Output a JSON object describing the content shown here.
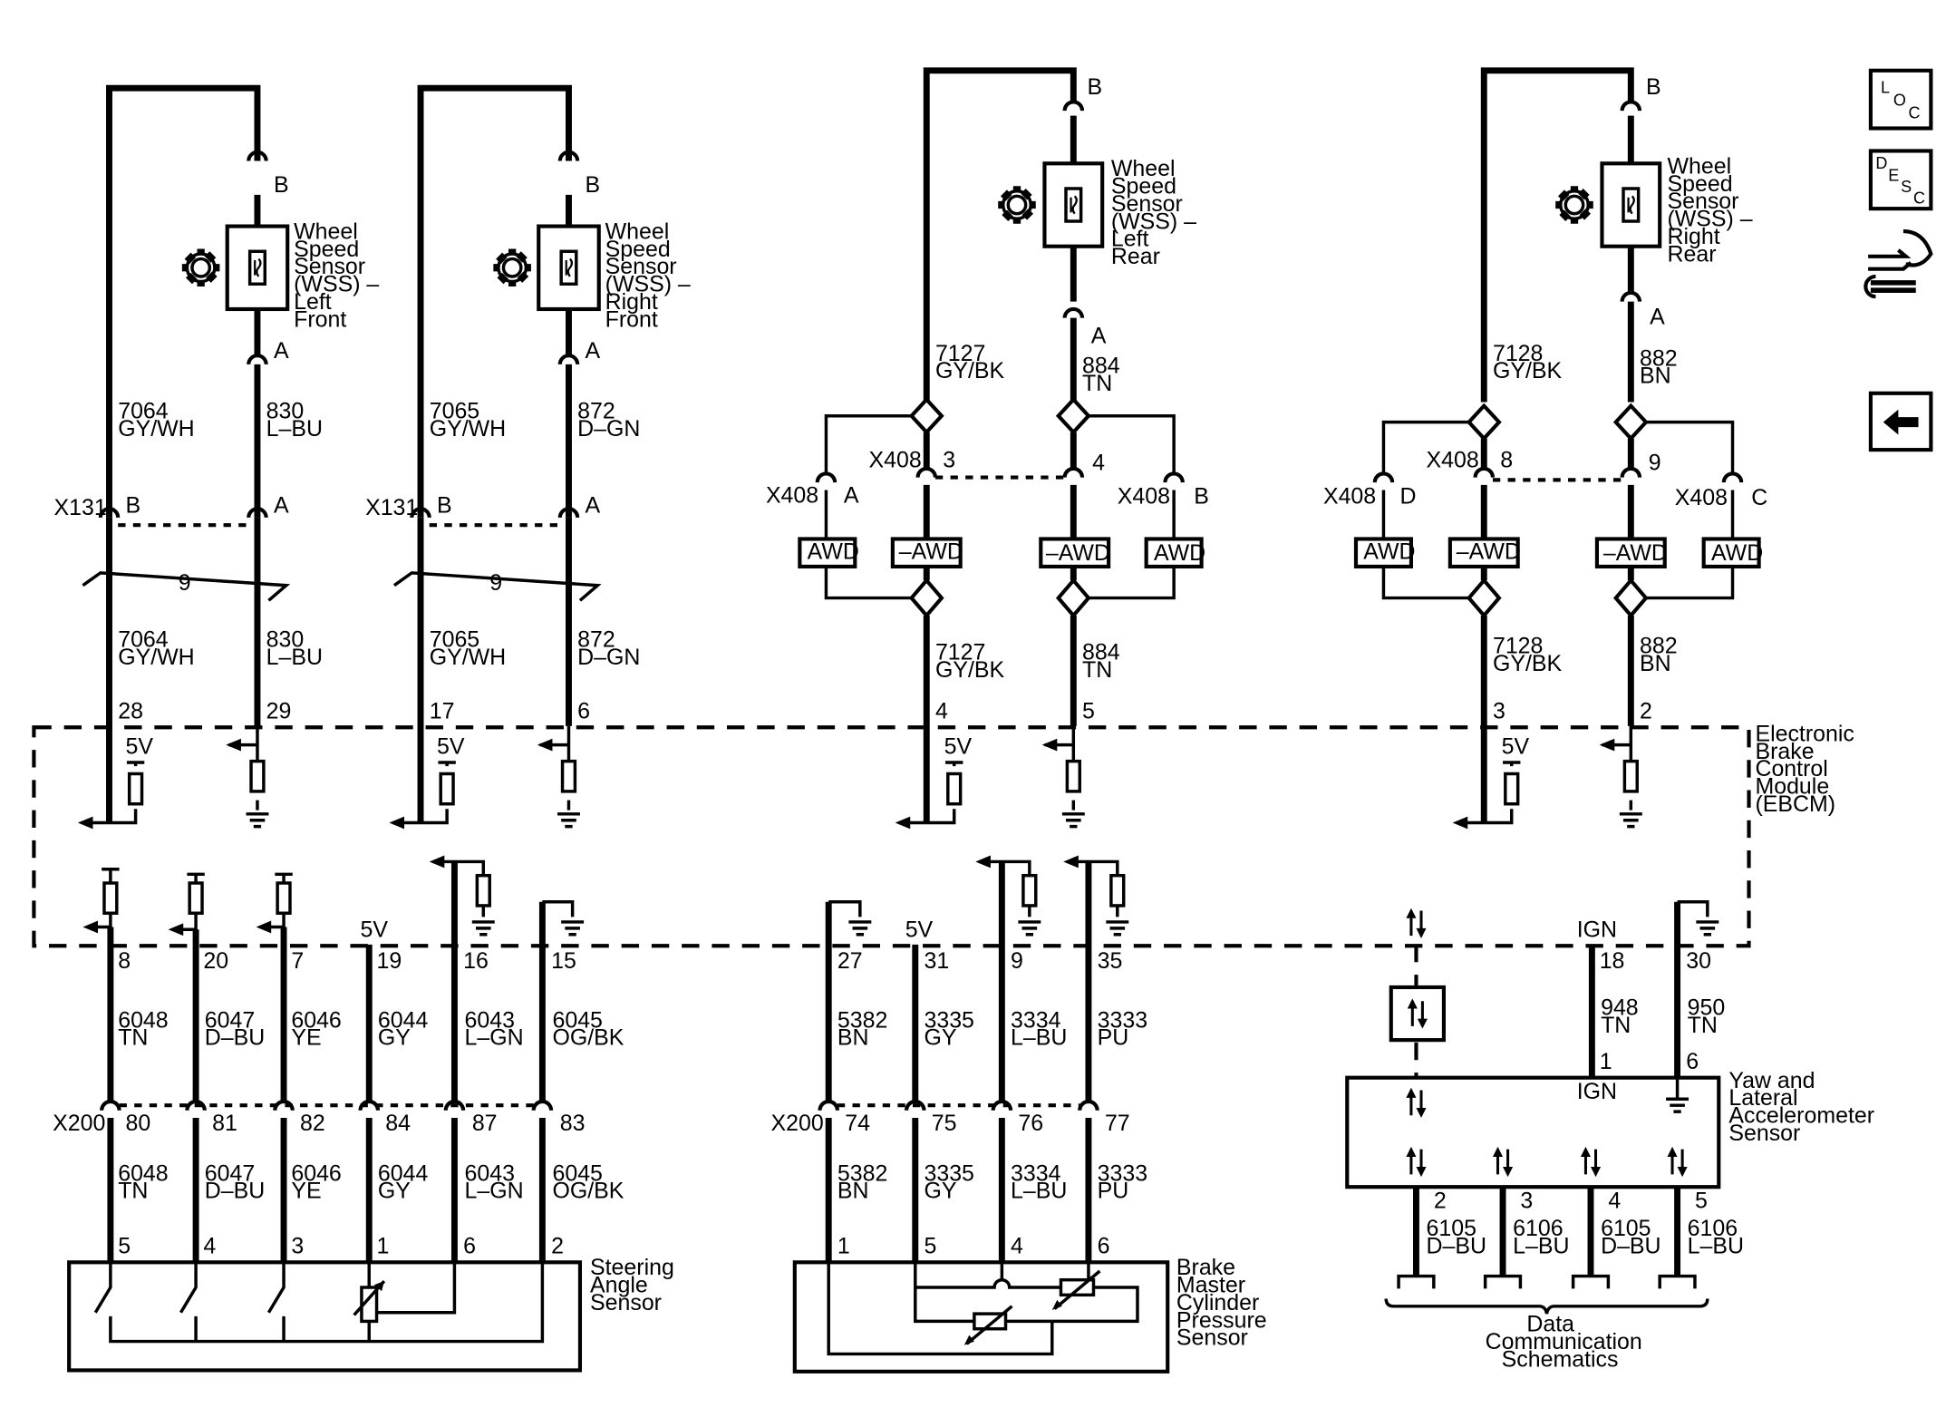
{
  "sensors": {
    "lf": [
      "Wheel",
      "Speed",
      "Sensor",
      "(WSS) –",
      "Left",
      "Front"
    ],
    "rf": [
      "Wheel",
      "Speed",
      "Sensor",
      "(WSS) –",
      "Right",
      "Front"
    ],
    "lr": [
      "Wheel",
      "Speed",
      "Sensor",
      "(WSS) –",
      "Left",
      "Rear"
    ],
    "rr": [
      "Wheel",
      "Speed",
      "Sensor",
      "(WSS) –",
      "Right",
      "Rear"
    ]
  },
  "pins": {
    "A": "A",
    "B": "B",
    "C": "C",
    "D": "D"
  },
  "connectors": {
    "x131": "X131",
    "x408": "X408",
    "x200": "X200"
  },
  "twist": "9",
  "awd": {
    "awd": "AWD",
    "not_awd": "–AWD"
  },
  "voltage": {
    "5v": "5V",
    "ign": "IGN"
  },
  "module": [
    "Electronic",
    "Brake",
    "Control",
    "Module",
    "(EBCM)"
  ],
  "steering": [
    "Steering",
    "Angle",
    "Sensor"
  ],
  "brake_master": [
    "Brake",
    "Master",
    "Cylinder",
    "Pressure",
    "Sensor"
  ],
  "yaw": [
    "Yaw and",
    "Lateral",
    "Accelerometer",
    "Sensor"
  ],
  "data_comm": [
    "Data",
    "Communication",
    "Schematics"
  ],
  "side_icons": {
    "loc": [
      "L",
      "O",
      "C"
    ],
    "desc": [
      "D",
      "E",
      "S",
      "C"
    ]
  },
  "wires": {
    "lf_sig": [
      "7064",
      "GY/WH"
    ],
    "lf_ret": [
      "830",
      "L–BU"
    ],
    "rf_sig": [
      "7065",
      "GY/WH"
    ],
    "rf_ret": [
      "872",
      "D–GN"
    ],
    "lr_sig": [
      "7127",
      "GY/BK"
    ],
    "lr_ret": [
      "884",
      "TN"
    ],
    "rr_sig": [
      "7128",
      "GY/BK"
    ],
    "rr_ret": [
      "882",
      "BN"
    ],
    "w6048": [
      "6048",
      "TN"
    ],
    "w6047": [
      "6047",
      "D–BU"
    ],
    "w6046": [
      "6046",
      "YE"
    ],
    "w6044": [
      "6044",
      "GY"
    ],
    "w6043": [
      "6043",
      "L–GN"
    ],
    "w6045": [
      "6045",
      "OG/BK"
    ],
    "w5382": [
      "5382",
      "BN"
    ],
    "w3335": [
      "3335",
      "GY"
    ],
    "w3334": [
      "3334",
      "L–BU"
    ],
    "w3333": [
      "3333",
      "PU"
    ],
    "w948": [
      "948",
      "TN"
    ],
    "w950": [
      "950",
      "TN"
    ],
    "w6105a": [
      "6105",
      "D–BU"
    ],
    "w6106a": [
      "6106",
      "L–BU"
    ],
    "w6105b": [
      "6105",
      "D–BU"
    ],
    "w6106b": [
      "6106",
      "L–BU"
    ]
  },
  "ebcm_top_pins": {
    "p28": "28",
    "p29": "29",
    "p17": "17",
    "p6": "6",
    "p4": "4",
    "p5": "5",
    "p3": "3",
    "p2": "2"
  },
  "ebcm_bottom_pins": {
    "p8": "8",
    "p20": "20",
    "p7": "7",
    "p19": "19",
    "p16": "16",
    "p15": "15",
    "p27": "27",
    "p31": "31",
    "p9": "9",
    "p35": "35",
    "p18": "18",
    "p30": "30"
  },
  "x408_pins": {
    "p3": "3",
    "p4": "4",
    "p8": "8",
    "p9": "9"
  },
  "x200_pins": {
    "p80": "80",
    "p81": "81",
    "p82": "82",
    "p84": "84",
    "p87": "87",
    "p83": "83",
    "p74": "74",
    "p75": "75",
    "p76": "76",
    "p77": "77"
  },
  "steering_pins": {
    "p5": "5",
    "p4": "4",
    "p3": "3",
    "p1": "1",
    "p6": "6",
    "p2": "2"
  },
  "brake_pins": {
    "p1": "1",
    "p5": "5",
    "p4": "4",
    "p6": "6"
  },
  "yaw_pins": {
    "p1": "1",
    "p6": "6",
    "p2": "2",
    "p3": "3",
    "p4": "4",
    "p5": "5"
  }
}
